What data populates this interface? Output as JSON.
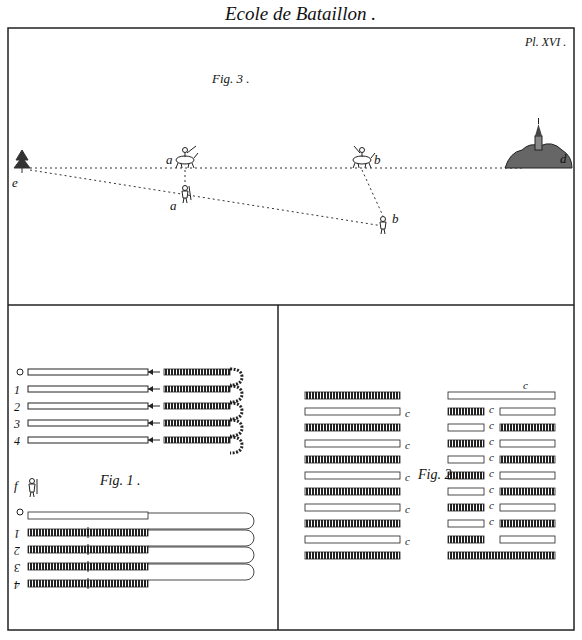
{
  "diagram": {
    "title": "Ecole de Bataillon .",
    "labels": [
      "Pl. XVI .",
      "Fig. 3 .",
      "e",
      "a",
      "b",
      "d",
      "a",
      "b",
      "Fig. 1 .",
      "1",
      "2",
      "3",
      "4",
      "f",
      "1",
      "2",
      "3",
      "4",
      "Fig. 2 .",
      "c",
      "c",
      "c",
      "c",
      "c",
      "c",
      "c",
      "c",
      "c",
      "c",
      "c",
      "c",
      "c",
      "c"
    ]
  }
}
